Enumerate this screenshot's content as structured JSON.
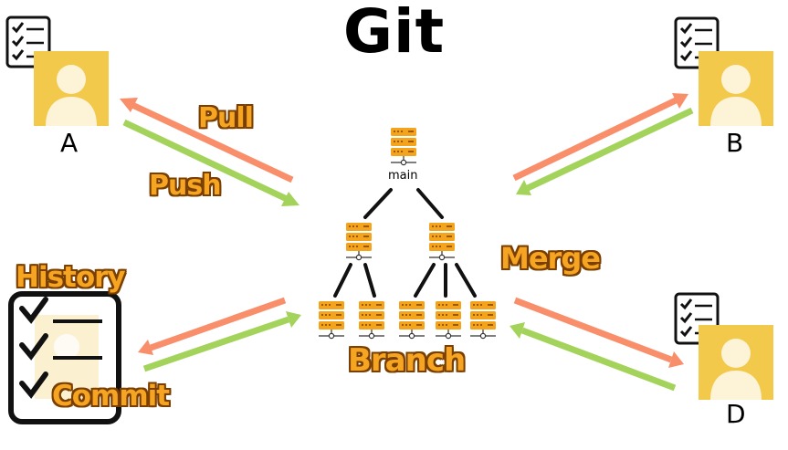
{
  "title": "Git",
  "users": {
    "a": "A",
    "b": "B",
    "d": "D"
  },
  "labels": {
    "pull": "Pull",
    "push": "Push",
    "merge": "Merge",
    "branch": "Branch",
    "history": "History",
    "commit": "Commit",
    "main": "main"
  },
  "colors": {
    "avatar_bg": "#f3c94c",
    "avatar_fg": "#fdf3d6",
    "server": "#f4a31c",
    "arrow_pull": "#f98e6a",
    "arrow_push": "#a3d35a",
    "label_fill": "#f5a521"
  }
}
